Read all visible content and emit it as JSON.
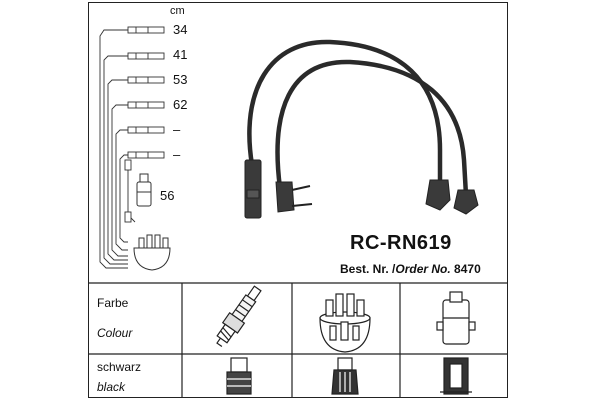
{
  "unit_label": "cm",
  "cables": [
    {
      "length": "34"
    },
    {
      "length": "41"
    },
    {
      "length": "53"
    },
    {
      "length": "62"
    },
    {
      "length": "–"
    },
    {
      "length": "–"
    },
    {
      "length": "56"
    }
  ],
  "product": {
    "code": "RC-RN619",
    "order_label_de": "Best. Nr.",
    "order_label_en": "Order No.",
    "order_number": "8470"
  },
  "table": {
    "row1_label_de": "Farbe",
    "row1_label_en": "Colour",
    "row2_label_de": "schwarz",
    "row2_label_en": "black"
  },
  "icons": {
    "spark_plug": "spark-plug-icon",
    "distributor_cap": "distributor-cap-icon",
    "ignition_coil": "ignition-coil-icon",
    "plug_boot": "spark-plug-boot-icon",
    "cap_connector": "distributor-connector-icon",
    "coil_connector": "coil-connector-icon"
  },
  "colors": {
    "line": "#222222",
    "cable": "#2a2a2a"
  }
}
